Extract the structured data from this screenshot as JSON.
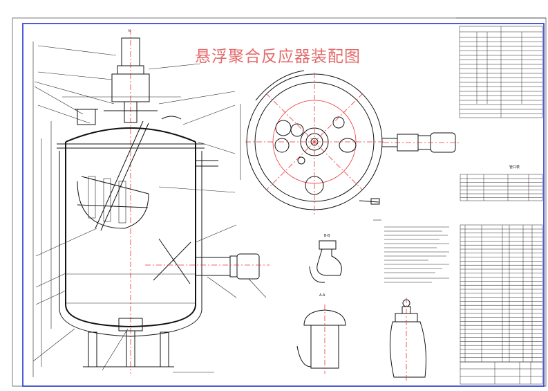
{
  "drawing": {
    "title": "悬浮聚合反应器装配图",
    "top_mark": "k",
    "section_labels": [
      "B-B",
      "A-A"
    ],
    "table_caption": "管口表"
  },
  "colors": {
    "border": "#2233cc",
    "title": "#e46a6a",
    "centerline": "#e33333",
    "ink": "#111111"
  }
}
